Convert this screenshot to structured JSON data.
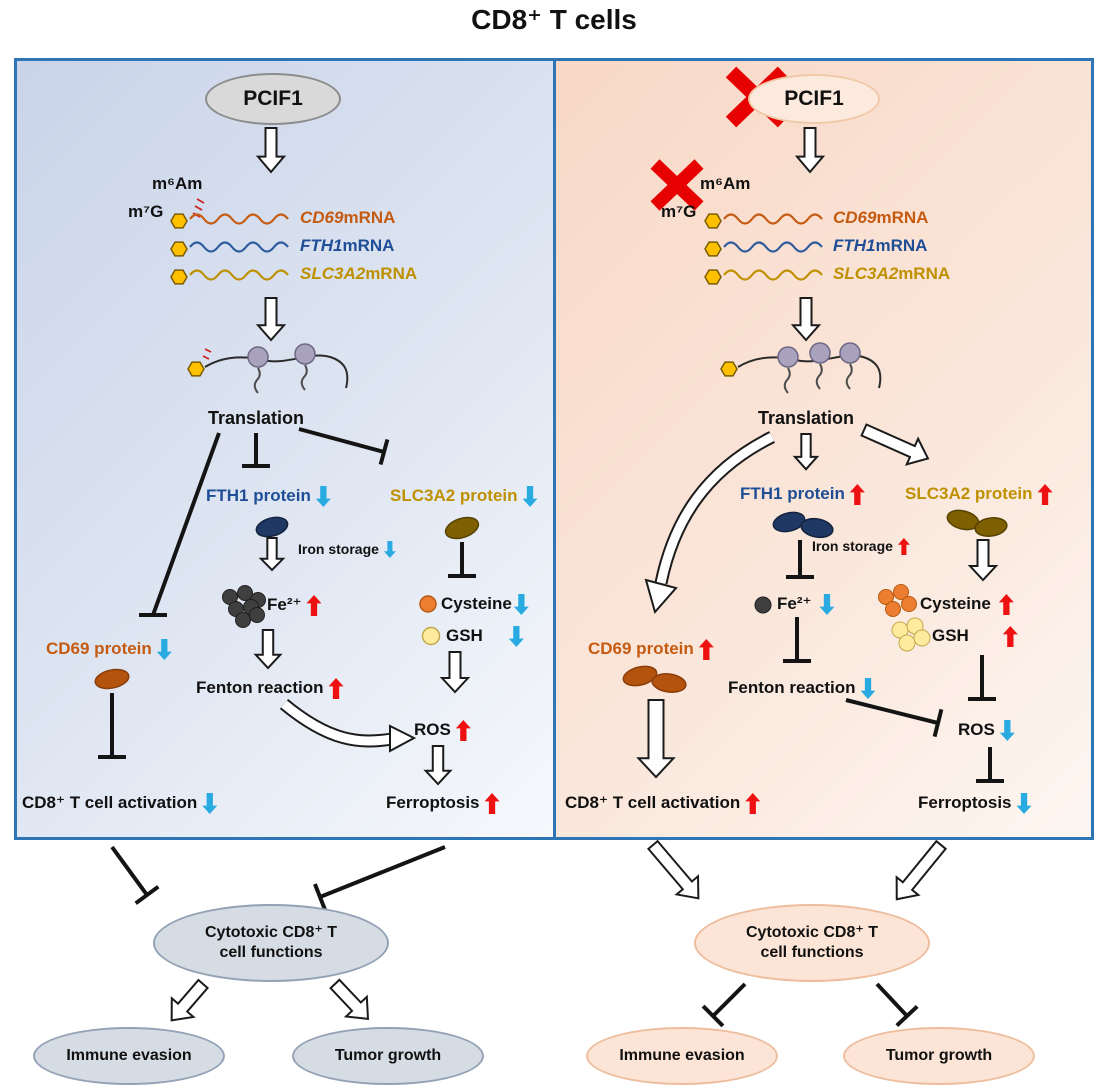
{
  "title": "CD8⁺ T cells",
  "colors": {
    "panel_border": "#2e75b6",
    "cd69_orange": "#c55a11",
    "fth1_blue": "#1f4e96",
    "slc3a2_gold": "#bf9000",
    "increase_red": "#ee1111",
    "decrease_blue": "#29abe2",
    "left_panel_bg": "#ccd6ea",
    "right_panel_bg": "#f8d8c6",
    "left_ellipse_fill": "#d6dce4",
    "right_ellipse_fill": "#fce4d6"
  },
  "left_panel": {
    "pcif1": "PCIF1",
    "m6am": "m⁶Am",
    "m7g": "m⁷G",
    "mrnas": [
      {
        "gene": "CD69",
        "suffix": " mRNA"
      },
      {
        "gene": "FTH1",
        "suffix": " mRNA"
      },
      {
        "gene": "SLC3A2",
        "suffix": " mRNA"
      }
    ],
    "translation": "Translation",
    "fth1_protein": "FTH1 protein",
    "iron_storage": "Iron storage",
    "fe2": "Fe²⁺",
    "fenton_reaction": "Fenton reaction",
    "slc3a2_protein": "SLC3A2 protein",
    "cysteine": "Cysteine",
    "gsh": "GSH",
    "ros": "ROS",
    "ferroptosis": "Ferroptosis",
    "cd69_protein": "CD69 protein",
    "t_cell_activation": "CD8⁺ T cell activation",
    "cytotoxic_line1": "Cytotoxic CD8⁺ T",
    "cytotoxic_line2": "cell functions",
    "immune_evasion": "Immune evasion",
    "tumor_growth": "Tumor growth",
    "trends": {
      "fth1_protein": "down",
      "iron_storage": "down",
      "fe2": "up",
      "fenton_reaction": "up",
      "slc3a2_protein": "down",
      "cysteine": "down",
      "gsh": "down",
      "ros": "up",
      "ferroptosis": "up",
      "cd69_protein": "down",
      "t_cell_activation": "down"
    }
  },
  "right_panel": {
    "pcif1": "PCIF1",
    "m6am": "m⁶Am",
    "m7g": "m⁷G",
    "mrnas": [
      {
        "gene": "CD69",
        "suffix": " mRNA"
      },
      {
        "gene": "FTH1",
        "suffix": " mRNA"
      },
      {
        "gene": "SLC3A2",
        "suffix": " mRNA"
      }
    ],
    "translation": "Translation",
    "fth1_protein": "FTH1 protein",
    "iron_storage": "Iron storage",
    "fe2": "Fe²⁺",
    "fenton_reaction": "Fenton reaction",
    "slc3a2_protein": "SLC3A2 protein",
    "cysteine": "Cysteine",
    "gsh": "GSH",
    "ros": "ROS",
    "ferroptosis": "Ferroptosis",
    "cd69_protein": "CD69 protein",
    "t_cell_activation": "CD8⁺ T cell activation",
    "cytotoxic_line1": "Cytotoxic CD8⁺ T",
    "cytotoxic_line2": "cell functions",
    "immune_evasion": "Immune evasion",
    "tumor_growth": "Tumor growth",
    "trends": {
      "fth1_protein": "up",
      "iron_storage": "up",
      "fe2": "down",
      "fenton_reaction": "down",
      "slc3a2_protein": "up",
      "cysteine": "up",
      "gsh": "up",
      "ros": "down",
      "ferroptosis": "down",
      "cd69_protein": "up",
      "t_cell_activation": "up"
    }
  }
}
